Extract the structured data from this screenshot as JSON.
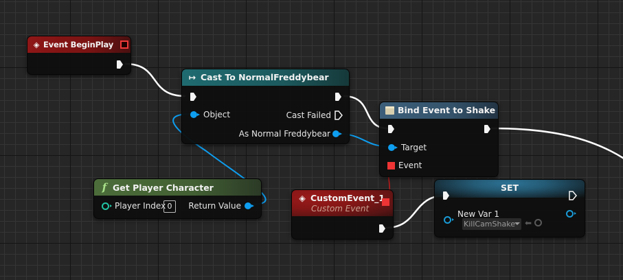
{
  "graph": {
    "colors": {
      "exec_wire": "#ffffff",
      "object_wire": "#0e9ef0",
      "delegate_wire": "#c01818",
      "event_header": "#8e1616",
      "cast_header": "#1f6b70",
      "bind_header": "#3d5f7a",
      "function_header": "#4c6d3a",
      "set_header": "#2d7396"
    },
    "nodes": {
      "begin_play": {
        "title": "Event BeginPlay",
        "icon": "event-diamond-icon"
      },
      "cast": {
        "title": "Cast To NormalFreddybear",
        "icon": "cast-arrow-icon",
        "pins": {
          "object": "Object",
          "cast_failed": "Cast Failed",
          "as_normal": "As Normal Freddybear"
        }
      },
      "bind": {
        "title": "Bind Event to Shake",
        "icon": "delegate-box-icon",
        "pins": {
          "target": "Target",
          "event": "Event"
        }
      },
      "get_player": {
        "title": "Get Player Character",
        "icon": "function-icon",
        "pins": {
          "player_index": "Player Index",
          "player_index_value": "0",
          "return_value": "Return Value"
        }
      },
      "custom_event": {
        "title": "CustomEvent_1",
        "subtitle": "Custom Event",
        "icon": "event-diamond-icon"
      },
      "set": {
        "title": "SET",
        "pins": {
          "var_name": "New Var 1",
          "var_value": "KillCamShake"
        }
      }
    }
  }
}
